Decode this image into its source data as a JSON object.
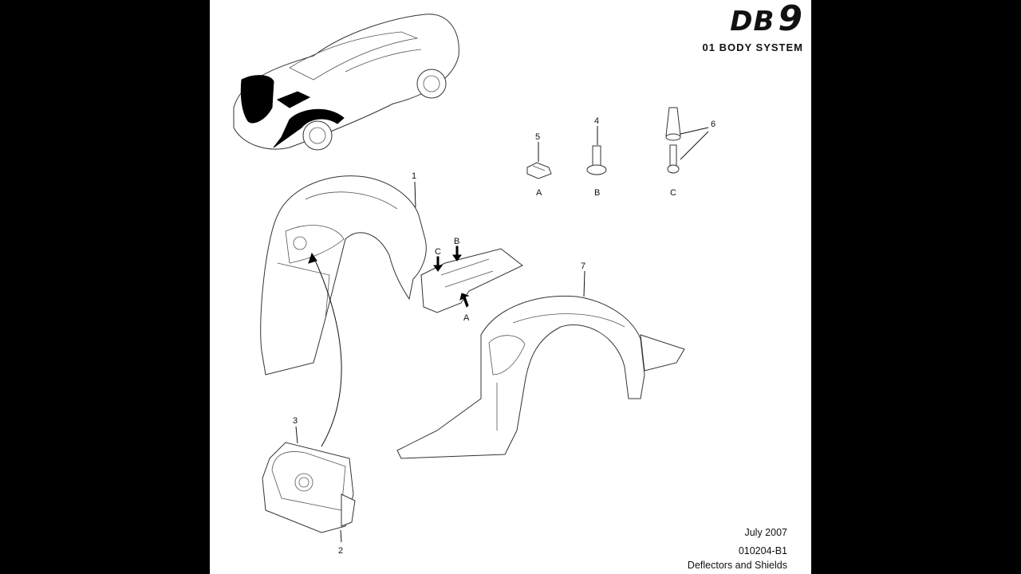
{
  "header": {
    "logo_text_db": "DB",
    "logo_text_num": "9",
    "system_title": "01 BODY SYSTEM"
  },
  "footer": {
    "date": "July 2007",
    "code": "010204-B1",
    "title": "Deflectors and Shields"
  },
  "callouts": {
    "c1": "1",
    "c2": "2",
    "c3": "3",
    "c4": "4",
    "c5": "5",
    "c6": "6",
    "c7": "7"
  },
  "fastener_letters": {
    "a": "A",
    "b": "B",
    "c": "C"
  },
  "colors": {
    "page_bg": "#000000",
    "sheet_bg": "#ffffff",
    "line": "#333333"
  }
}
